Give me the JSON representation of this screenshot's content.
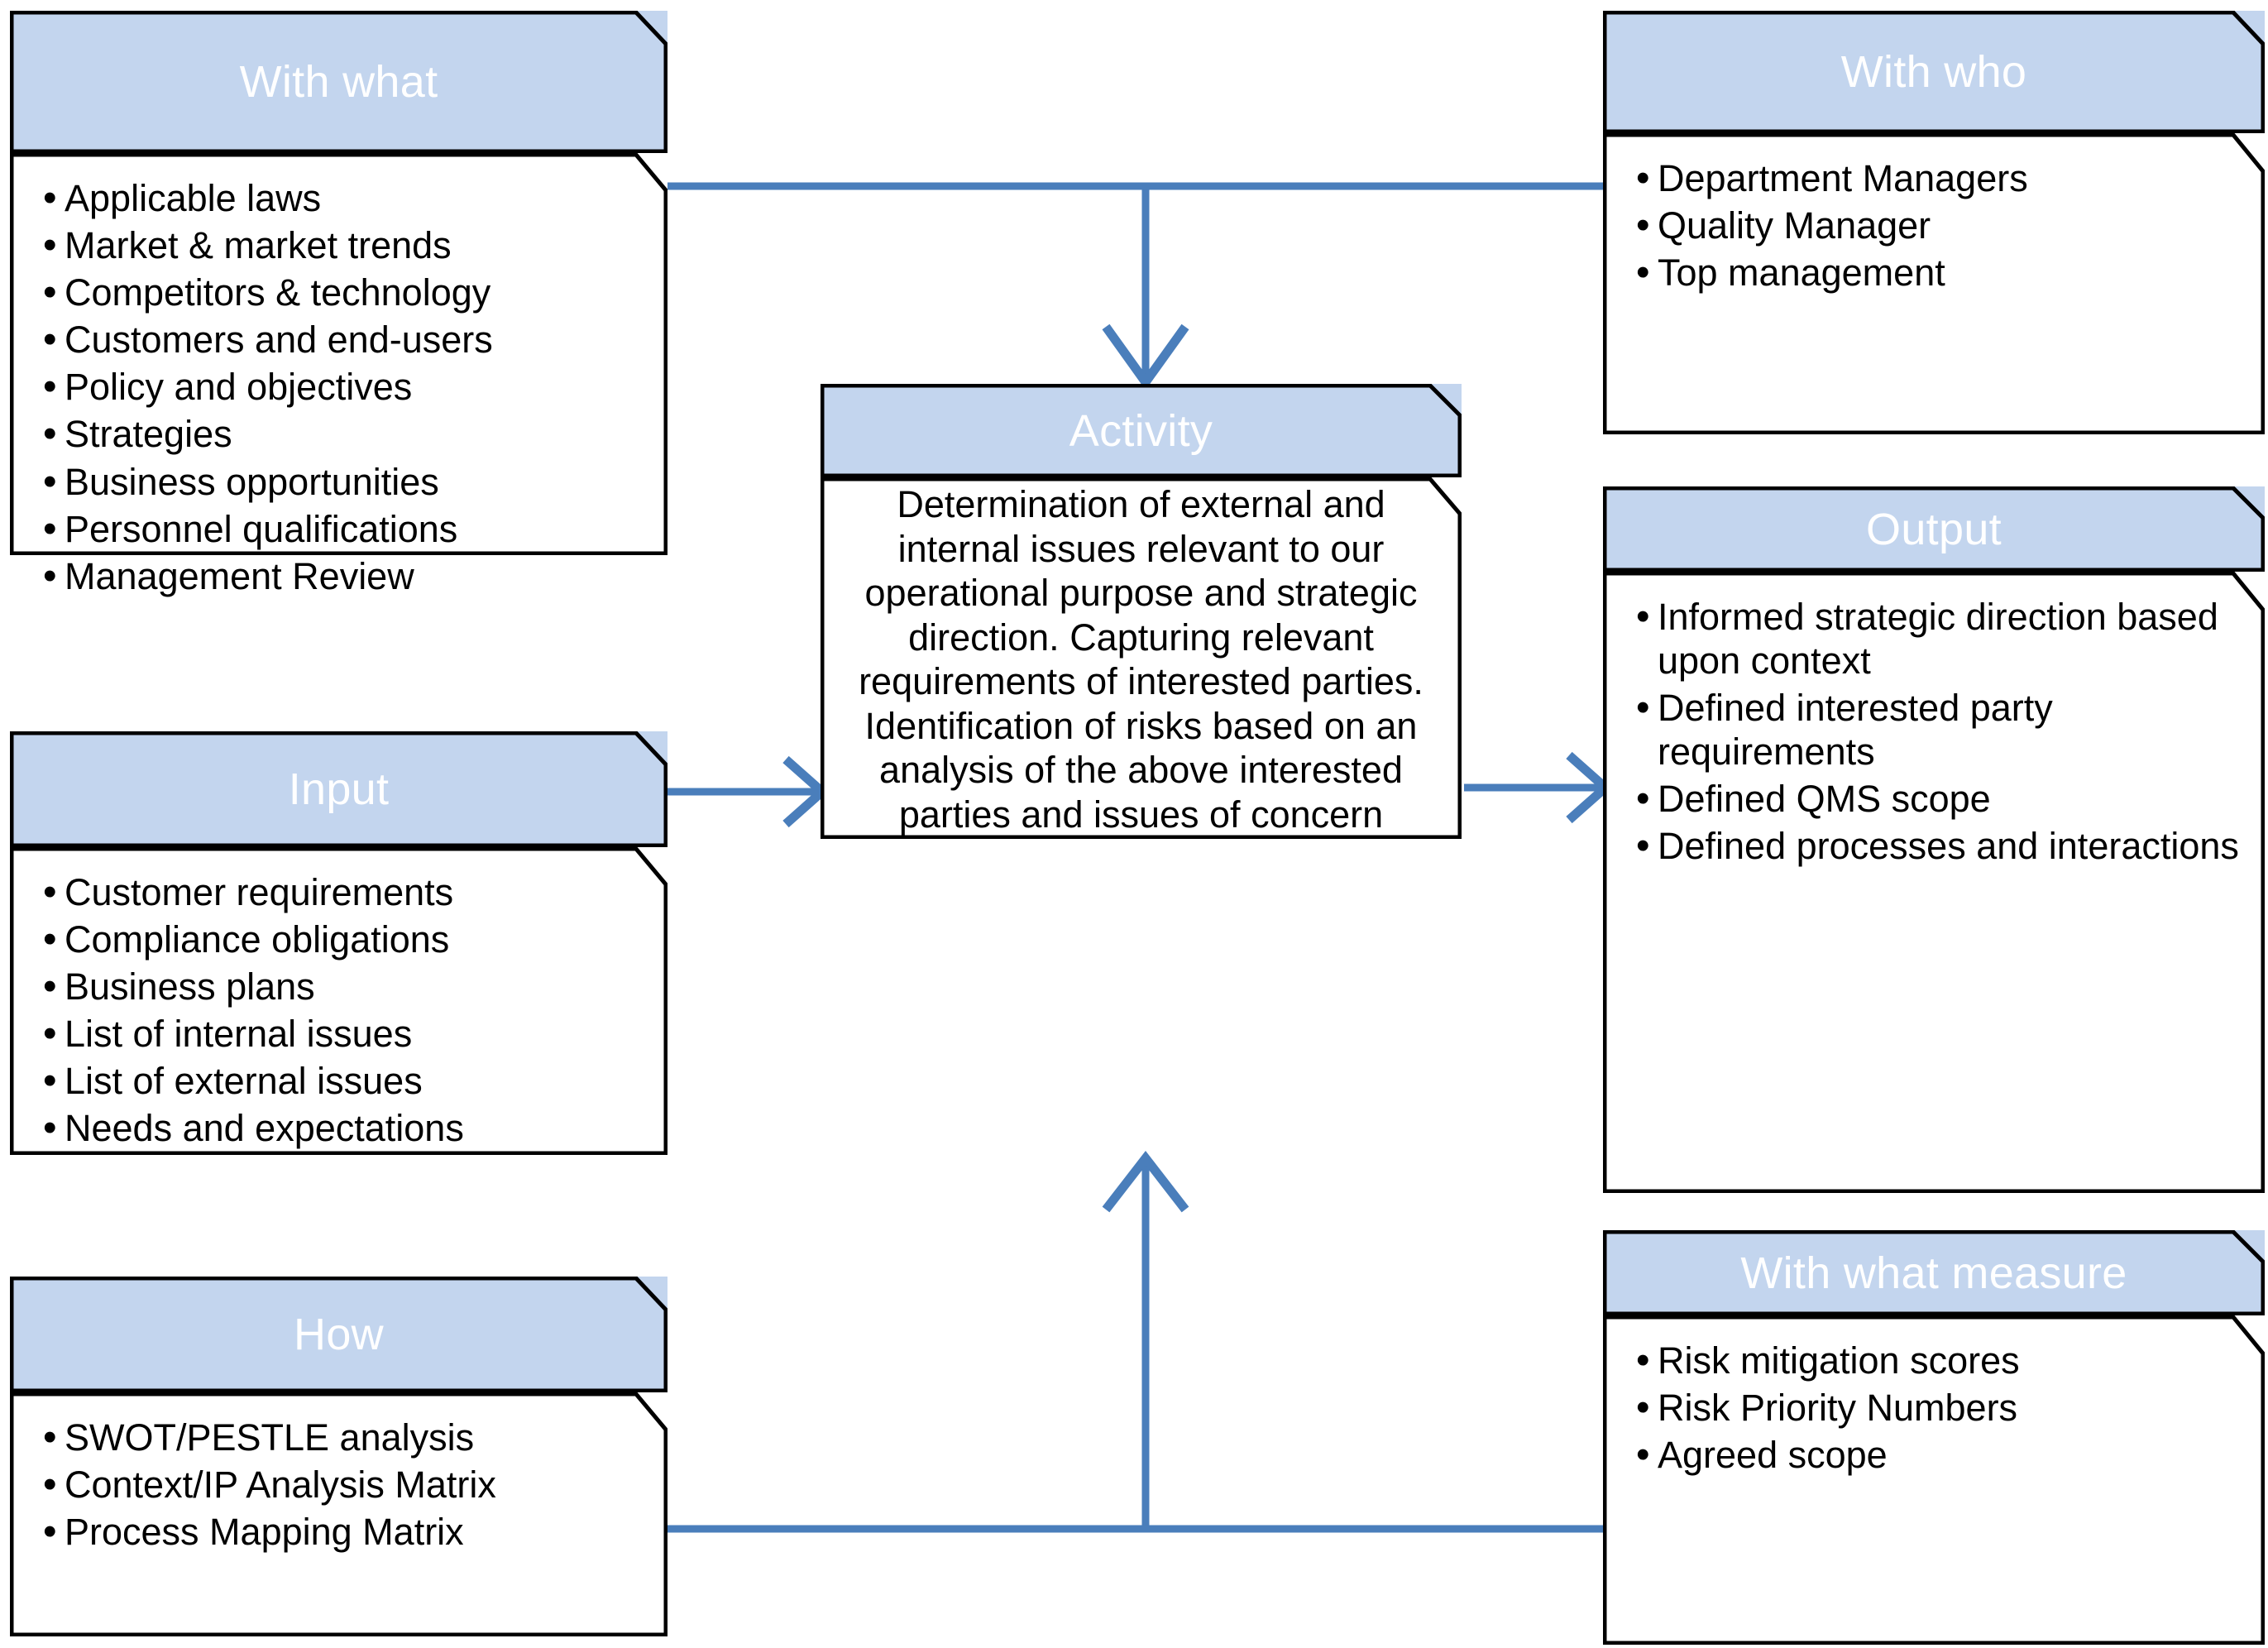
{
  "diagram": {
    "title": "Turtle diagram - Determination of context of the organization",
    "accent_color": "#4a7ebb",
    "header_fill": "#c3d5ee",
    "header_text_color": "#ffffff",
    "body_fill": "#ffffff",
    "outline_color": "#000000"
  },
  "boxes": {
    "with_what": {
      "title": "With what",
      "items": [
        "Applicable laws",
        "Market & market trends",
        "Competitors & technology",
        "Customers and end-users",
        "Policy and objectives",
        "Strategies",
        "Business opportunities",
        "Personnel qualifications",
        "Management Review"
      ]
    },
    "input": {
      "title": "Input",
      "items": [
        "Customer requirements",
        "Compliance obligations",
        "Business plans",
        "List of internal issues",
        "List of external issues",
        "Needs and expectations"
      ]
    },
    "how": {
      "title": "How",
      "items": [
        "SWOT/PESTLE analysis",
        "Context/IP Analysis Matrix",
        "Process Mapping Matrix"
      ]
    },
    "activity": {
      "title": "Activity",
      "text": "Determination of external and internal issues relevant to our operational purpose and strategic direction. Capturing relevant requirements of interested parties. Identification of risks based on an analysis of the above interested parties and issues of concern"
    },
    "with_who": {
      "title": "With who",
      "items": [
        "Department Managers",
        "Quality Manager",
        "Top management"
      ]
    },
    "output": {
      "title": "Output",
      "items": [
        "Informed strategic direction based upon context",
        "Defined interested party requirements",
        "Defined QMS scope",
        "Defined processes and interactions"
      ]
    },
    "with_what_measure": {
      "title": "With what measure",
      "items": [
        "Risk mitigation scores",
        "Risk Priority Numbers",
        "Agreed scope"
      ]
    }
  },
  "connectors": [
    {
      "name": "with-what-to-with-who",
      "kind": "line"
    },
    {
      "name": "top-branch-to-activity",
      "kind": "arrow-down"
    },
    {
      "name": "input-to-activity",
      "kind": "arrow-right"
    },
    {
      "name": "activity-to-output",
      "kind": "arrow-right"
    },
    {
      "name": "how-to-measure",
      "kind": "line"
    },
    {
      "name": "bottom-branch-to-activity",
      "kind": "arrow-up"
    }
  ]
}
